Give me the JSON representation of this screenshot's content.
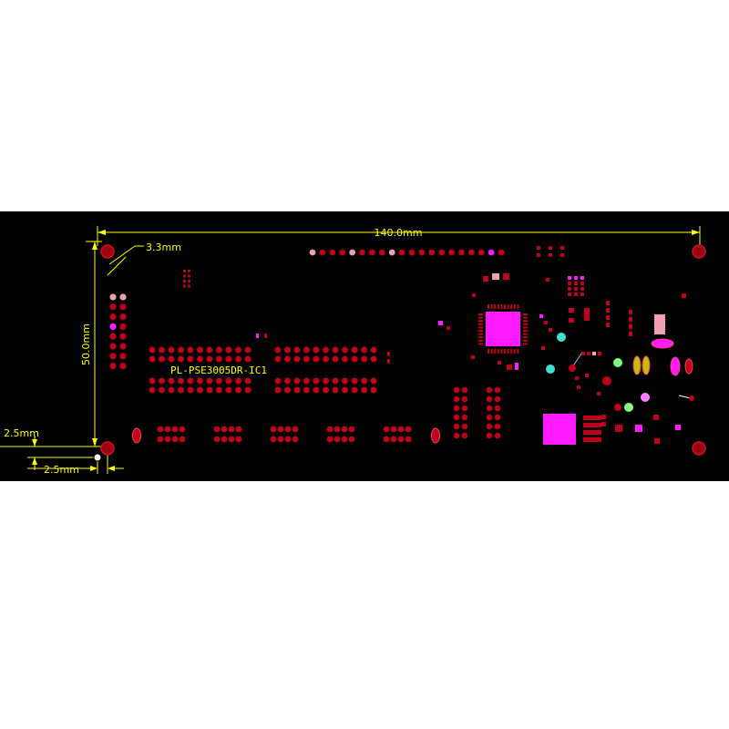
{
  "board": {
    "name": "PL-PSE3005DR-IC1",
    "background_color": "#000000",
    "copper_color": "#c00018",
    "highlight_color": "#ff1aff",
    "pink_color": "#f0a0b0",
    "dimension_color": "#ffff00"
  },
  "dimensions": {
    "width_label": "140.0mm",
    "height_label": "50.0mm",
    "hole_diameter_label": "3.3mm",
    "offset_x_label": "2.5mm",
    "offset_y_label": "2.5mm"
  }
}
